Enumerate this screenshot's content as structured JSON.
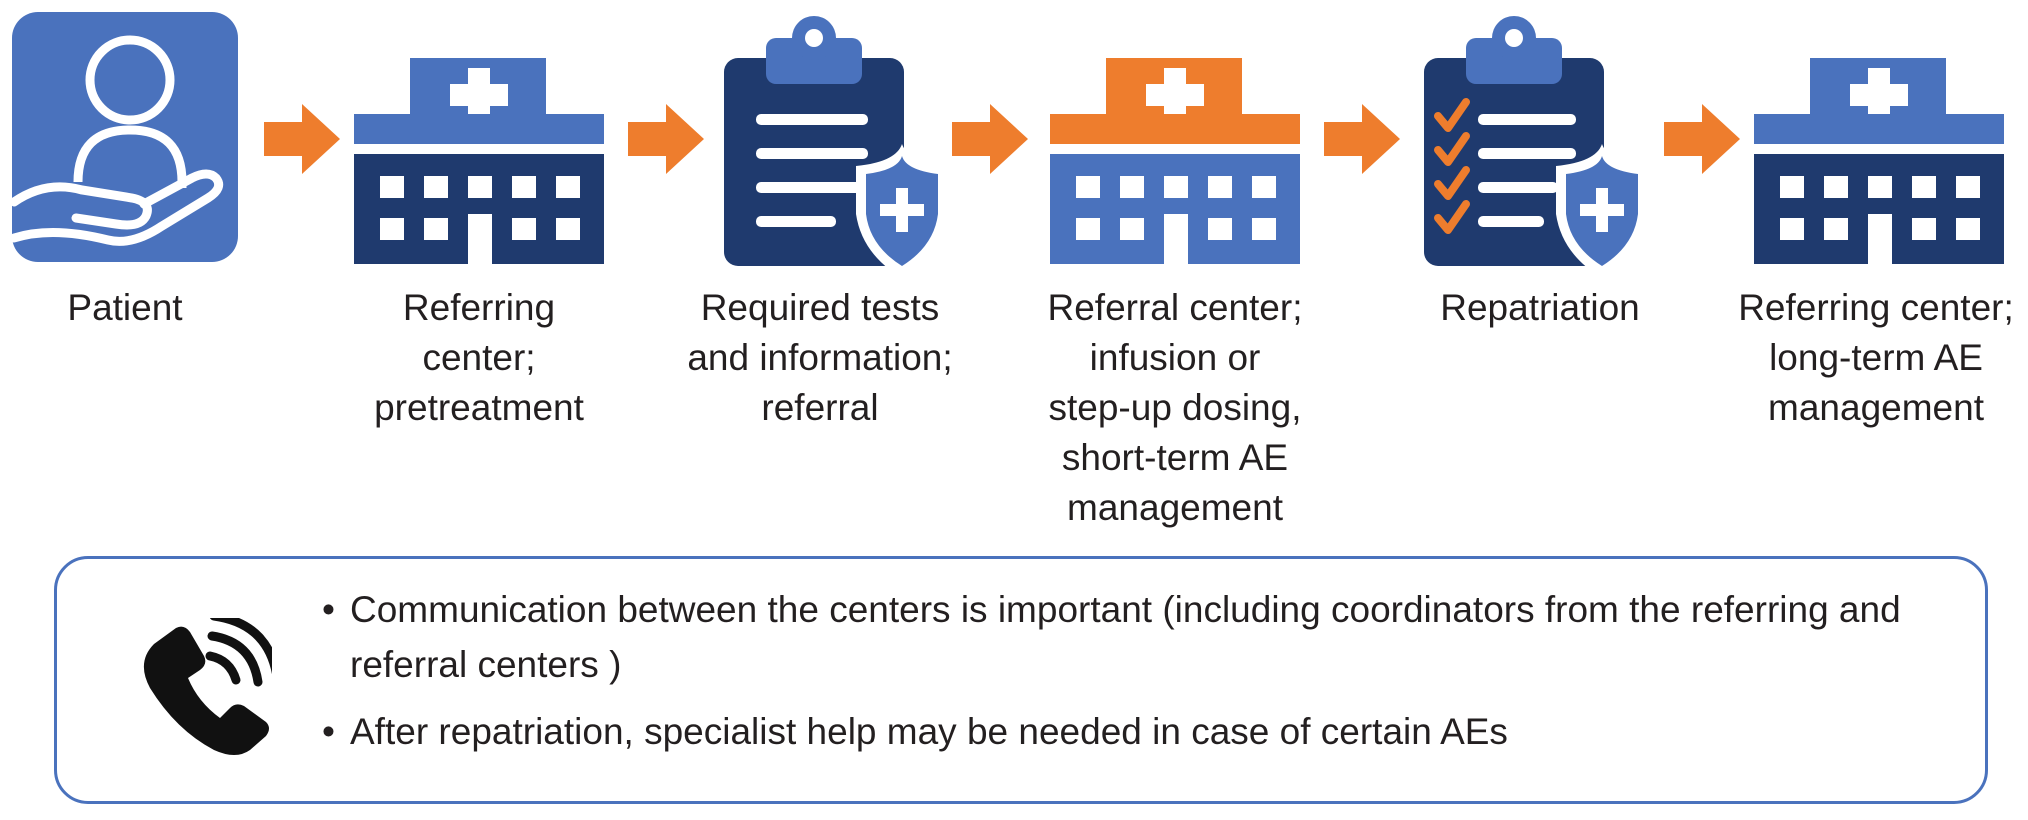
{
  "colors": {
    "blue_light": "#4a72bd",
    "blue_dark": "#1f3a6e",
    "orange": "#ee7d2d",
    "white": "#ffffff"
  },
  "steps": [
    {
      "icon": "patient-hand-icon",
      "label": "Patient"
    },
    {
      "icon": "hospital-icon",
      "label": "Referring\ncenter;\npretreatment"
    },
    {
      "icon": "clipboard-shield-icon",
      "label": "Required tests\nand information;\nreferral"
    },
    {
      "icon": "hospital-orange-icon",
      "label": "Referral center;\ninfusion or\nstep-up dosing,\nshort-term AE\nmanagement"
    },
    {
      "icon": "checklist-shield-icon",
      "label": "Repatriation"
    },
    {
      "icon": "hospital-icon",
      "label": "Referring center;\nlong-term AE\nmanagement"
    }
  ],
  "notes": {
    "icon": "phone-icon",
    "items": [
      "Communication between the centers is important (including coordinators from the referring and referral centers )",
      "After repatriation, specialist help may be needed in case of certain AEs"
    ]
  }
}
